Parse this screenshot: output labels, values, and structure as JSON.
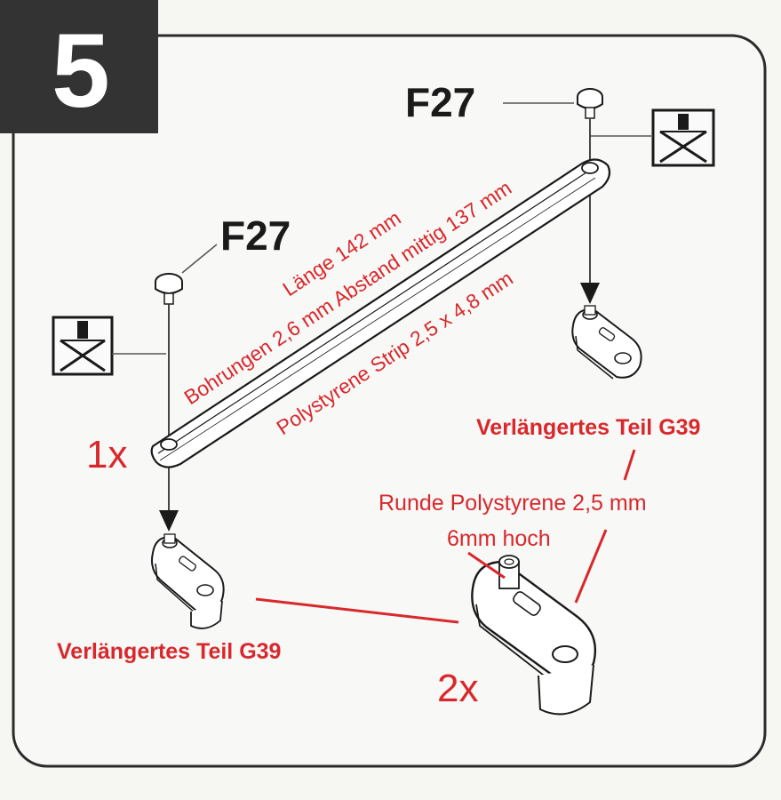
{
  "step": {
    "number": "5"
  },
  "parts": {
    "top_code": "F27",
    "left_code": "F27"
  },
  "annotations": {
    "strip_length": "Länge 142 mm",
    "strip_holes": "Bohrungen 2,6 mm Abstand mittig 137 mm",
    "strip_material": "Polystyrene Strip 2,5 x 4,8 mm",
    "count_strip": "1x",
    "count_parts": "2x",
    "part_right": "Verlängertes Teil G39",
    "part_left": "Verlängertes Teil G39",
    "rod_line1": "Runde Polystyrene 2,5 mm",
    "rod_line2": "6mm hoch"
  },
  "icons": {
    "no_glue_top": "no-glue-icon",
    "no_glue_left": "no-glue-icon"
  },
  "colors": {
    "annotation_red": "#d8282c",
    "step_box": "#333333",
    "outline": "#1a1a1a",
    "background": "#f6f6f3"
  }
}
